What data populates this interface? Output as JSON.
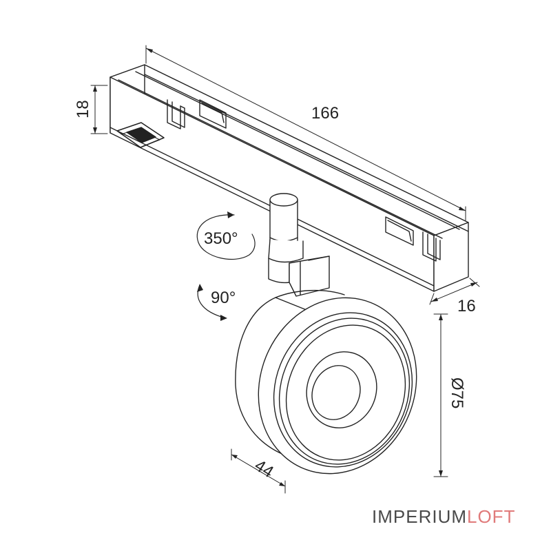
{
  "dimensions": {
    "length": "166",
    "height": "18",
    "width": "16",
    "diameter": "Ø75",
    "depth": "44"
  },
  "rotations": {
    "horizontal": "350°",
    "vertical": "90°"
  },
  "brand": {
    "part1": "IMPERIUM",
    "part2": "LOFT",
    "color_primary": "#4a4a4a",
    "color_accent": "#e07a7a"
  },
  "colors": {
    "line": "#222222"
  }
}
